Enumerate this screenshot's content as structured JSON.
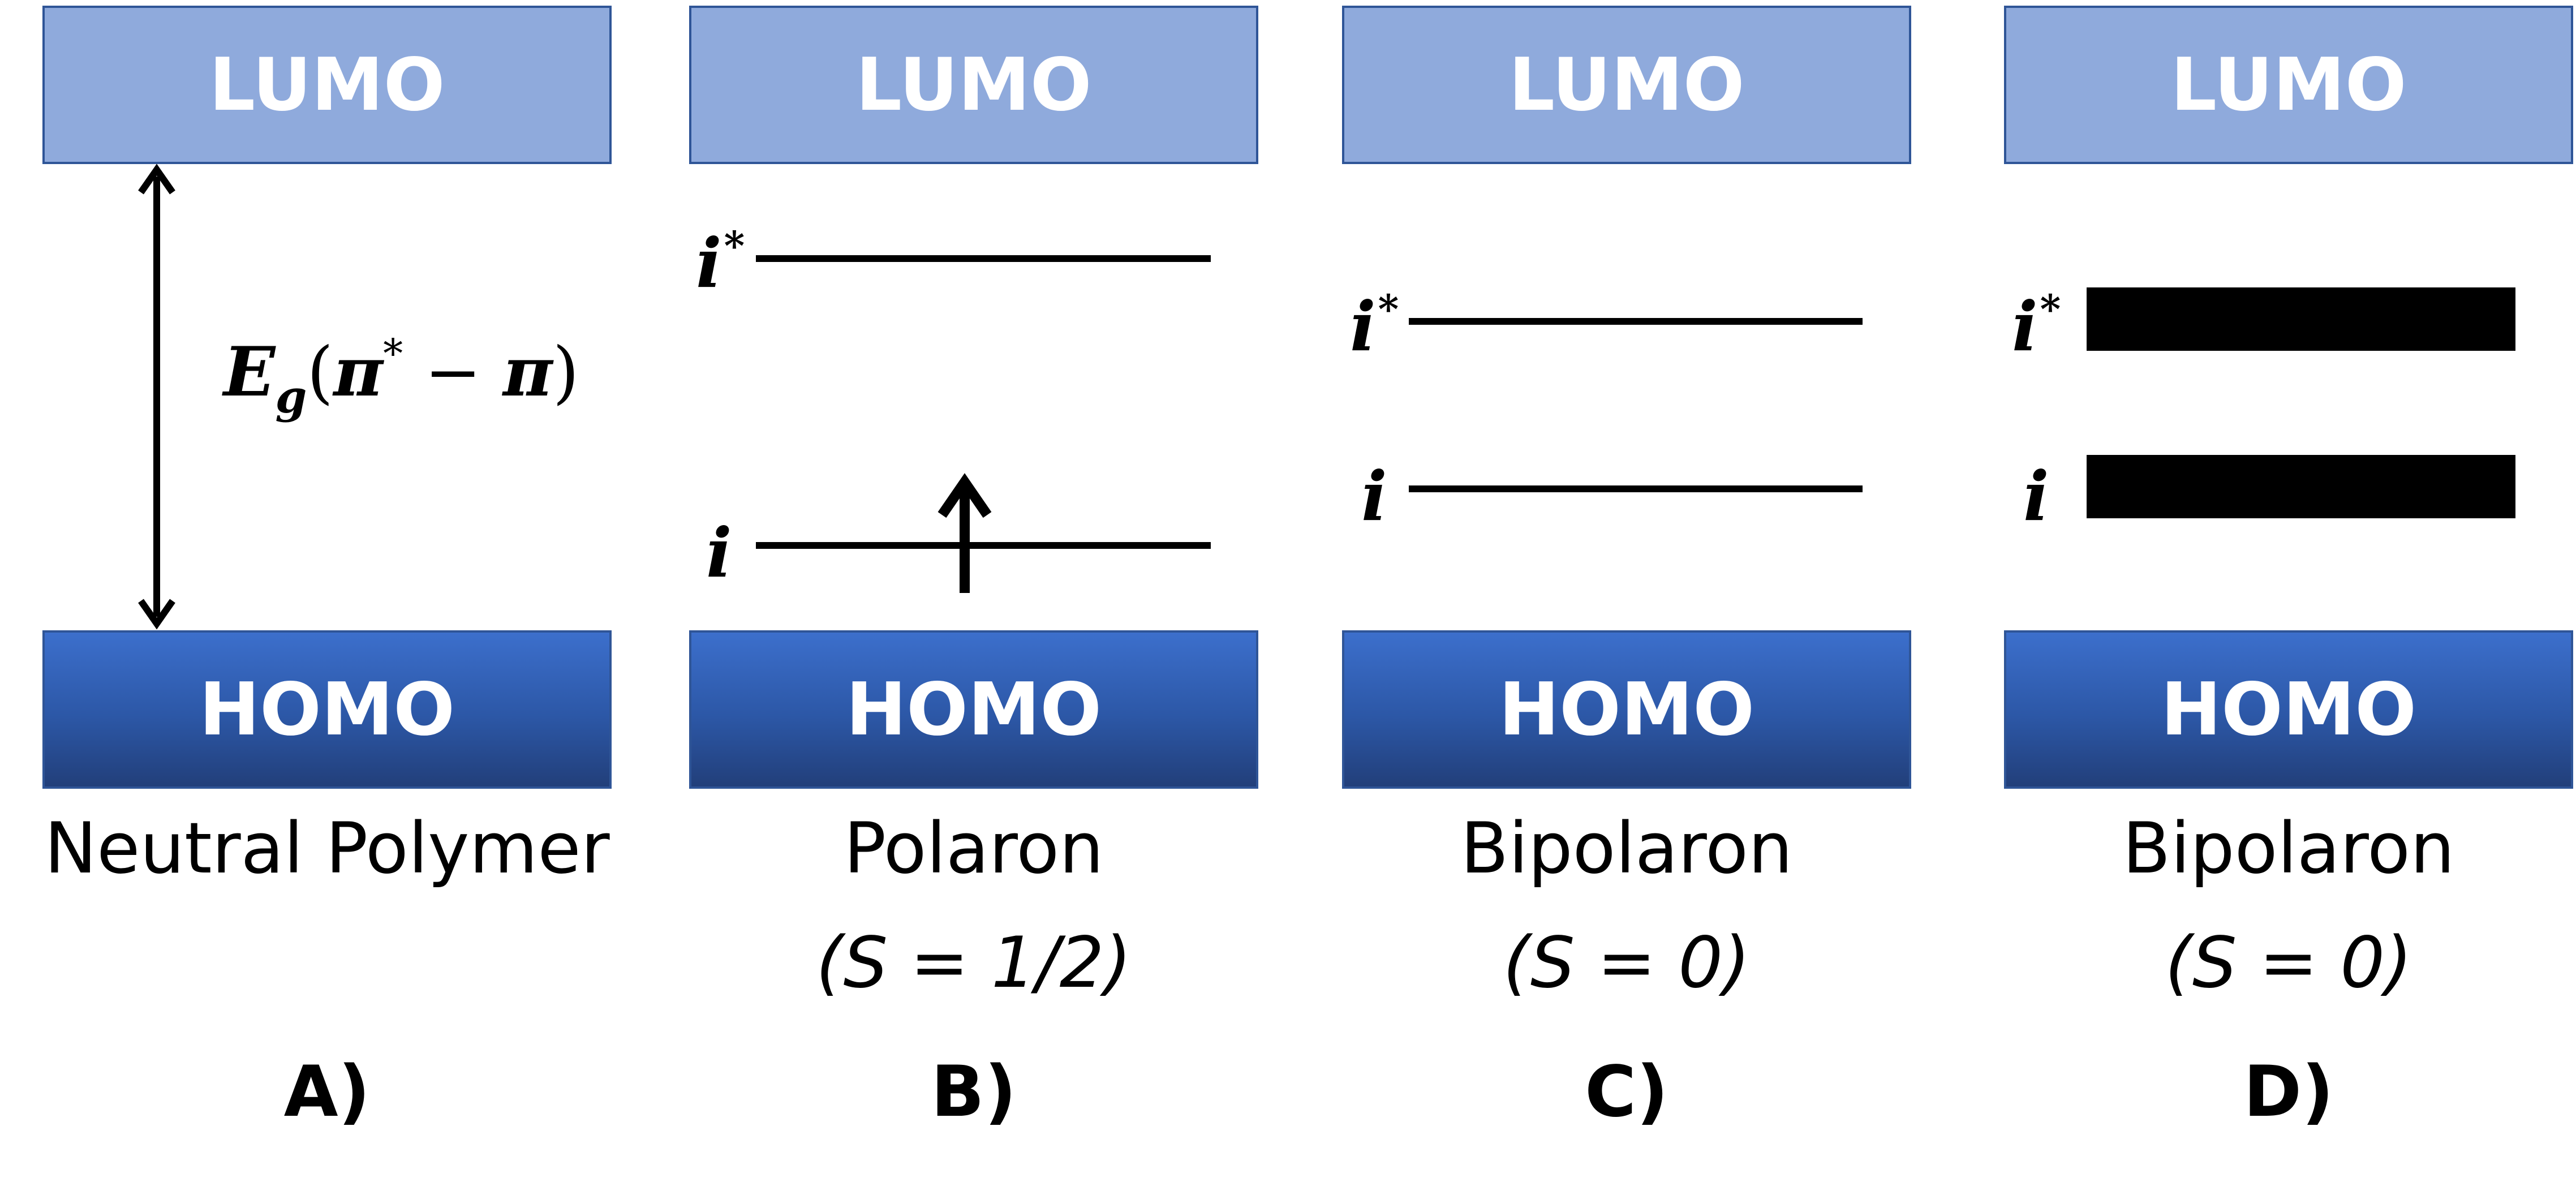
{
  "panels": [
    {
      "lumo": "LUMO",
      "homo": "HOMO",
      "caption": "Neutral Polymer",
      "subcaption": "",
      "letter": "A)",
      "gap_label": {
        "E": "E",
        "sub": "g",
        "open": "(",
        "pi_star": "π",
        "star": "*",
        "minus": " − ",
        "pi": "π",
        "close": ")"
      }
    },
    {
      "lumo": "LUMO",
      "homo": "HOMO",
      "caption": "Polaron",
      "subcaption": "(S = 1/2)",
      "letter": "B)",
      "upper_level": {
        "label": "i",
        "sup": "*"
      },
      "lower_level": {
        "label": "i",
        "sup": ""
      }
    },
    {
      "lumo": "LUMO",
      "homo": "HOMO",
      "caption": "Bipolaron",
      "subcaption": "(S = 0)",
      "letter": "C)",
      "upper_level": {
        "label": "i",
        "sup": "*"
      },
      "lower_level": {
        "label": "i",
        "sup": ""
      }
    },
    {
      "lumo": "LUMO",
      "homo": "HOMO",
      "caption": "Bipolaron",
      "subcaption": "(S = 0)",
      "letter": "D)",
      "upper_level": {
        "label": "i",
        "sup": "*"
      },
      "lower_level": {
        "label": "i",
        "sup": ""
      }
    }
  ],
  "colors": {
    "lumo_fill": "#8faadc",
    "homo_fill_top": "#3c6fcc",
    "homo_fill_bottom": "#223f7a",
    "border": "#2f5597",
    "line": "#000000"
  }
}
